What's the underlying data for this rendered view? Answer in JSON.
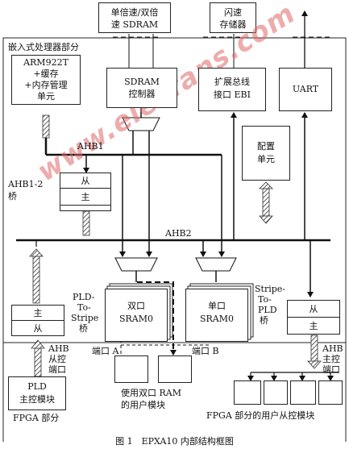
{
  "title": "嵌入式处理器部分",
  "fpga_part": "FPGA 部分",
  "caption": "图 1　EPXA10 内部结构框图",
  "watermark": "www.elecfans.com",
  "top": {
    "sdram_ext": [
      "单倍速/双倍",
      "速 SDRAM"
    ],
    "flash": [
      "闪速",
      "存储器"
    ]
  },
  "blocks": {
    "arm": [
      "ARM922T",
      "+缓存",
      "+内存管理",
      "单元"
    ],
    "sdram_ctrl": [
      "SDRAM",
      "控制器"
    ],
    "ebi": [
      "扩展总线",
      "接口 EBI"
    ],
    "uart": "UART",
    "config": [
      "配置",
      "单元"
    ],
    "bridge_slave": "从",
    "bridge_master": "主",
    "dpram": [
      "双口",
      "SRAM0"
    ],
    "spram": [
      "单口",
      "SRAM0"
    ],
    "pld_master": "主",
    "pld_slave": "从",
    "stripe_slave": "从",
    "stripe_master": "主",
    "pld_ctrl": [
      "PLD",
      "主控模块"
    ]
  },
  "labels": {
    "ahb1": "AHB1",
    "ahb2": "AHB2",
    "ahb1_2": [
      "AHB1-2",
      "桥"
    ],
    "pld_to_stripe": [
      "PLD-",
      "To-",
      "Stripe",
      "桥"
    ],
    "stripe_to_pld": [
      "Stripe-",
      "To-",
      "PLD",
      "桥"
    ],
    "ahb_slave_port": [
      "AHB",
      "从控",
      "端口"
    ],
    "ahb_master_port": [
      "AHB",
      "主控",
      "端口"
    ],
    "port_a": "端口 A",
    "port_b": "端口 B",
    "dp_user": [
      "使用双口 RAM",
      "的用户模块"
    ],
    "fpga_user_slave": "FPGA 部分的用户从控模块"
  }
}
